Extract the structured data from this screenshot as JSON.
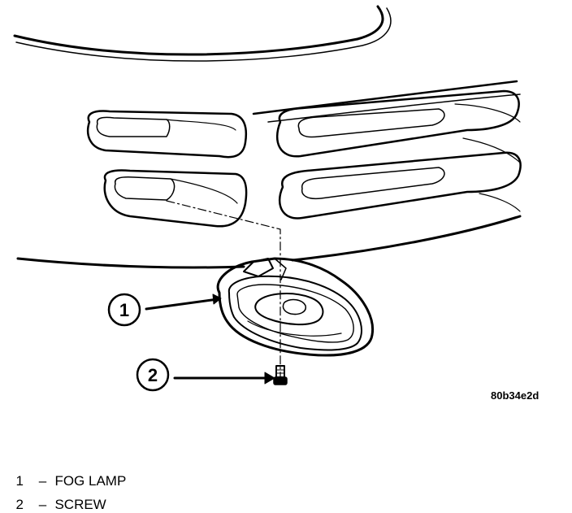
{
  "figure_id": "80b34e2d",
  "callouts": [
    {
      "number": "1",
      "name": "FOG LAMP"
    },
    {
      "number": "2",
      "name": "SCREW"
    }
  ],
  "legend_separator": "–"
}
